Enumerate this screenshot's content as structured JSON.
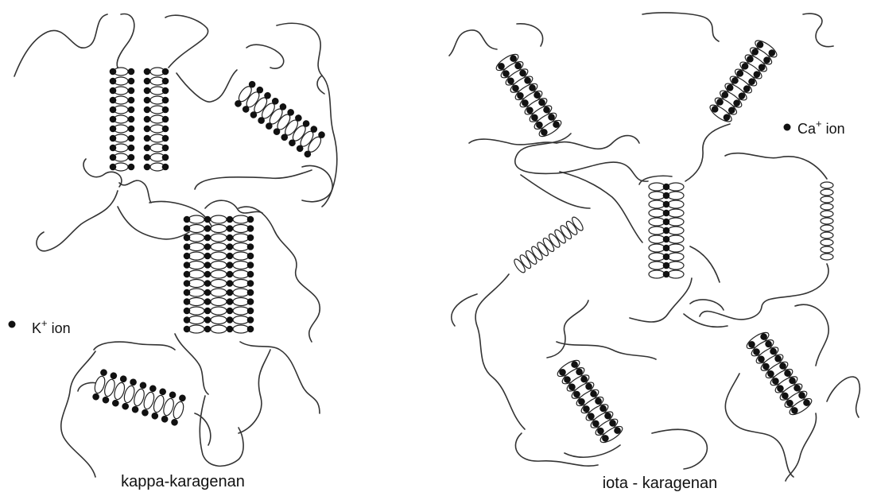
{
  "panels": [
    {
      "caption": "kappa-karagenan",
      "legend": {
        "ion_symbol": "K",
        "ion_charge": "+",
        "ion_word": "ion"
      }
    },
    {
      "caption": "iota - karagenan",
      "legend": {
        "ion_symbol": "Ca",
        "ion_charge": "+",
        "ion_word": "ion"
      }
    }
  ]
}
